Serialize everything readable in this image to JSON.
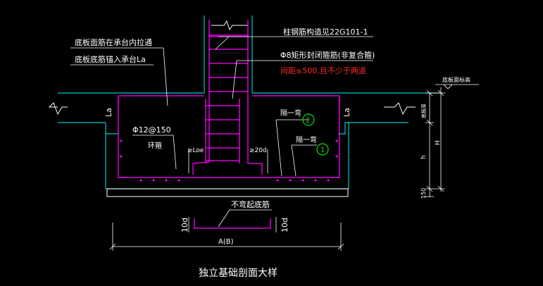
{
  "labels": {
    "bottom_top_bar_note": "底板面筋在承台内拉通",
    "bottom_bottom_bar_note": "底板底筋锚入承台La",
    "column_rebar_note": "柱钢筋构造见22G101-1",
    "stirrup_note": "Φ8矩形封闭箍筋(非复合箍)",
    "stirrup_spacing_note": "间距≤500,且不少于两道",
    "slab_top_elevation": "底板面标高",
    "slab_thickness": "底板厚",
    "anchor_left": "La",
    "anchor_right": "La",
    "ring_bar_spec": "Φ12@150",
    "ring_bar_name": "环箍",
    "anchor_loe": "≥Loe",
    "anchor_20d": "≥20d",
    "every_other_1": "隔一弯",
    "every_other_2": "隔一弯",
    "marker_1": "1",
    "marker_2": "2",
    "dim_H": "H",
    "dim_h": "h",
    "dim_150": "150",
    "no_bend_bottom": "不弯起底筋",
    "hook_left": "10d",
    "hook_right": "10d",
    "width_dim": "A(B)",
    "drawing_title": "独立基础剖面大样"
  },
  "colors": {
    "background": "#000000",
    "outline": "#00c8c8",
    "rebar": "#ff00ff",
    "text": "#ffffff",
    "highlight_text": "#ff2a2a",
    "marker": "#00e000"
  }
}
